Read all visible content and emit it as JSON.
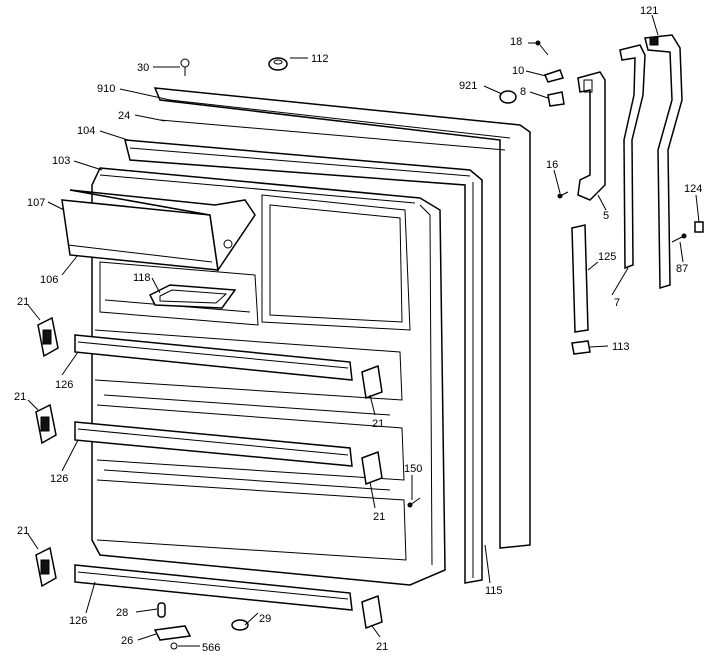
{
  "labels": {
    "l30": "30",
    "l112": "112",
    "l910": "910",
    "l24": "24",
    "l104": "104",
    "l103": "103",
    "l107": "107",
    "l106": "106",
    "l118": "118",
    "l21a": "21",
    "l21b": "21",
    "l21c": "21",
    "l21d": "21",
    "l21e": "21",
    "l21f": "21",
    "l126a": "126",
    "l126b": "126",
    "l126c": "126",
    "l18": "18",
    "l10": "10",
    "l921": "921",
    "l8": "8",
    "l16": "16",
    "l5": "5",
    "l121": "121",
    "l124": "124",
    "l87": "87",
    "l7": "7",
    "l125": "125",
    "l113": "113",
    "l150": "150",
    "l115": "115",
    "l28": "28",
    "l26": "26",
    "l566": "566",
    "l29": "29"
  }
}
